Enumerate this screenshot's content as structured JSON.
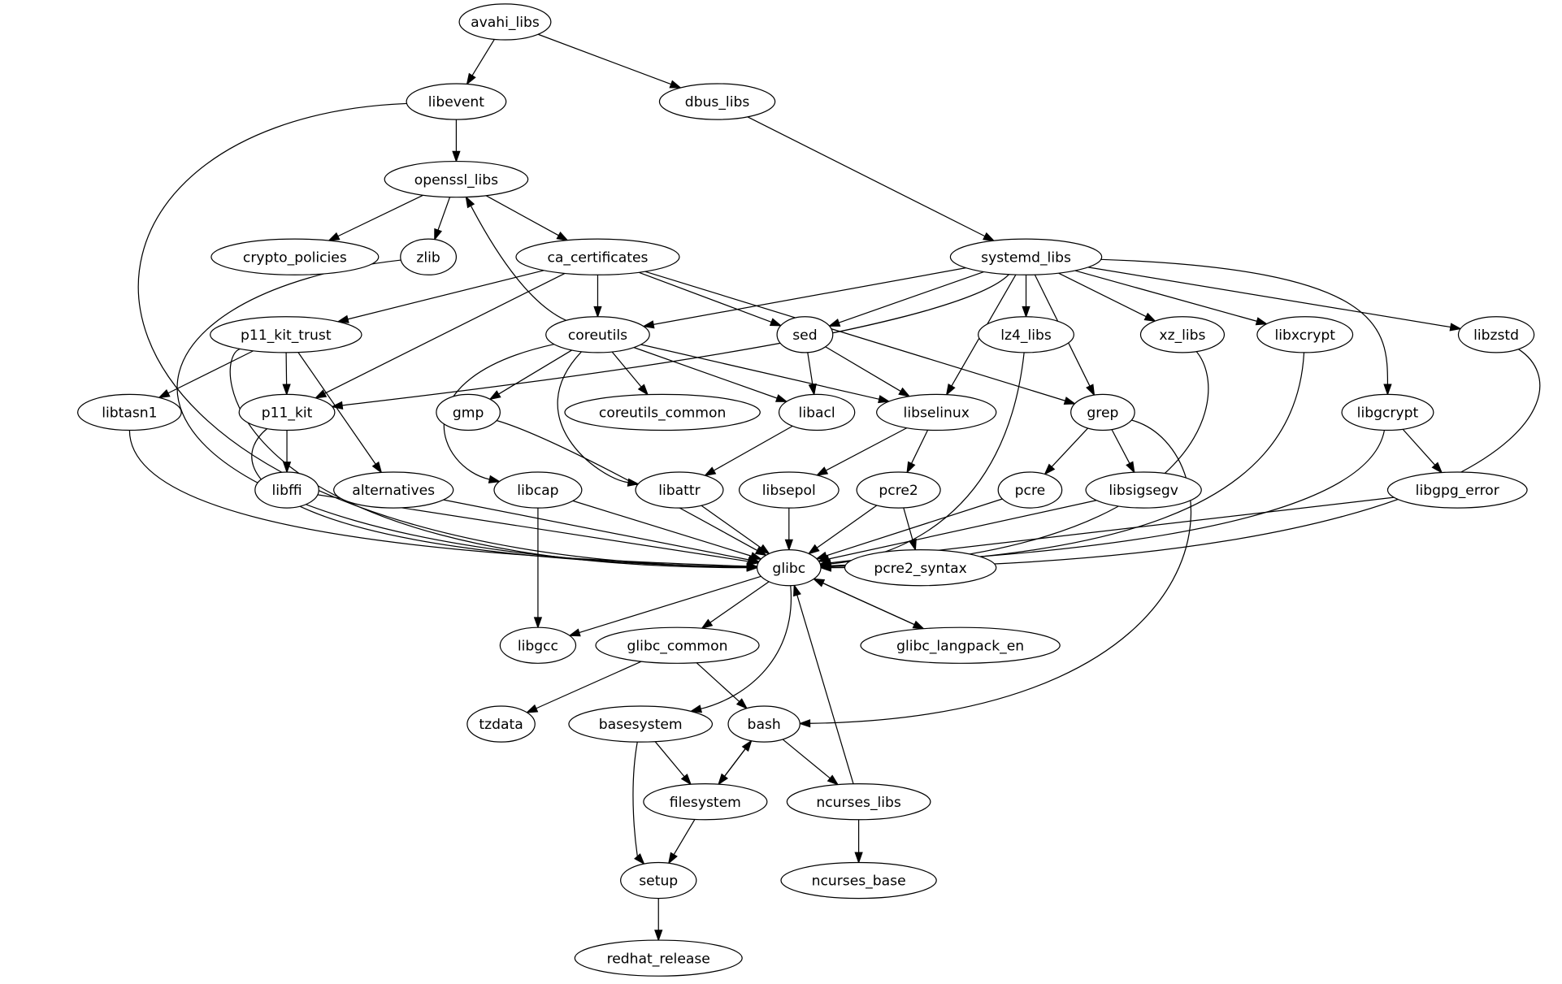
{
  "graph": {
    "nodes": [
      "avahi_libs",
      "libevent",
      "dbus_libs",
      "openssl_libs",
      "crypto_policies",
      "zlib",
      "ca_certificates",
      "systemd_libs",
      "p11_kit_trust",
      "coreutils",
      "sed",
      "lz4_libs",
      "xz_libs",
      "libxcrypt",
      "libzstd",
      "libtasn1",
      "p11_kit",
      "gmp",
      "coreutils_common",
      "libacl",
      "libselinux",
      "grep",
      "libgcrypt",
      "libffi",
      "alternatives",
      "libcap",
      "libattr",
      "libsepol",
      "pcre2",
      "pcre",
      "libsigsegv",
      "libgpg_error",
      "glibc",
      "pcre2_syntax",
      "libgcc",
      "glibc_common",
      "glibc_langpack_en",
      "tzdata",
      "basesystem",
      "bash",
      "filesystem",
      "ncurses_libs",
      "setup",
      "ncurses_base",
      "redhat_release"
    ],
    "edges": [
      [
        "avahi_libs",
        "libevent"
      ],
      [
        "avahi_libs",
        "dbus_libs"
      ],
      [
        "libevent",
        "openssl_libs"
      ],
      [
        "libevent",
        "glibc"
      ],
      [
        "dbus_libs",
        "systemd_libs"
      ],
      [
        "openssl_libs",
        "crypto_policies"
      ],
      [
        "openssl_libs",
        "zlib"
      ],
      [
        "openssl_libs",
        "ca_certificates"
      ],
      [
        "coreutils",
        "openssl_libs"
      ],
      [
        "zlib",
        "glibc"
      ],
      [
        "ca_certificates",
        "p11_kit_trust"
      ],
      [
        "ca_certificates",
        "coreutils"
      ],
      [
        "ca_certificates",
        "sed"
      ],
      [
        "ca_certificates",
        "grep"
      ],
      [
        "ca_certificates",
        "p11_kit"
      ],
      [
        "systemd_libs",
        "coreutils"
      ],
      [
        "systemd_libs",
        "sed"
      ],
      [
        "systemd_libs",
        "p11_kit"
      ],
      [
        "systemd_libs",
        "libselinux"
      ],
      [
        "systemd_libs",
        "lz4_libs"
      ],
      [
        "systemd_libs",
        "grep"
      ],
      [
        "systemd_libs",
        "xz_libs"
      ],
      [
        "systemd_libs",
        "libxcrypt"
      ],
      [
        "systemd_libs",
        "libgcrypt"
      ],
      [
        "systemd_libs",
        "libzstd"
      ],
      [
        "p11_kit_trust",
        "libtasn1"
      ],
      [
        "p11_kit_trust",
        "p11_kit"
      ],
      [
        "p11_kit_trust",
        "alternatives"
      ],
      [
        "p11_kit_trust",
        "glibc"
      ],
      [
        "coreutils",
        "gmp"
      ],
      [
        "coreutils",
        "coreutils_common"
      ],
      [
        "coreutils",
        "libacl"
      ],
      [
        "coreutils",
        "libselinux"
      ],
      [
        "coreutils",
        "libcap"
      ],
      [
        "coreutils",
        "libattr"
      ],
      [
        "sed",
        "libacl"
      ],
      [
        "sed",
        "libselinux"
      ],
      [
        "lz4_libs",
        "glibc"
      ],
      [
        "xz_libs",
        "glibc"
      ],
      [
        "libxcrypt",
        "glibc"
      ],
      [
        "libzstd",
        "glibc"
      ],
      [
        "libtasn1",
        "glibc"
      ],
      [
        "p11_kit",
        "libffi"
      ],
      [
        "p11_kit",
        "glibc"
      ],
      [
        "gmp",
        "glibc"
      ],
      [
        "libacl",
        "libattr"
      ],
      [
        "libselinux",
        "libsepol"
      ],
      [
        "libselinux",
        "pcre2"
      ],
      [
        "grep",
        "pcre"
      ],
      [
        "grep",
        "libsigsegv"
      ],
      [
        "grep",
        "bash"
      ],
      [
        "libgcrypt",
        "libgpg_error"
      ],
      [
        "libgcrypt",
        "glibc"
      ],
      [
        "libffi",
        "glibc"
      ],
      [
        "alternatives",
        "glibc"
      ],
      [
        "libcap",
        "glibc"
      ],
      [
        "libcap",
        "libgcc"
      ],
      [
        "libattr",
        "glibc"
      ],
      [
        "libsepol",
        "glibc"
      ],
      [
        "pcre2",
        "glibc"
      ],
      [
        "pcre2",
        "pcre2_syntax"
      ],
      [
        "pcre",
        "glibc"
      ],
      [
        "libsigsegv",
        "glibc"
      ],
      [
        "libgpg_error",
        "glibc"
      ],
      [
        "glibc",
        "libgcc"
      ],
      [
        "glibc",
        "glibc_common"
      ],
      [
        "glibc",
        "basesystem"
      ],
      [
        "glibc",
        "glibc_langpack_en"
      ],
      [
        "glibc_langpack_en",
        "glibc"
      ],
      [
        "glibc_common",
        "tzdata"
      ],
      [
        "glibc_common",
        "bash"
      ],
      [
        "bash",
        "filesystem"
      ],
      [
        "filesystem",
        "bash"
      ],
      [
        "bash",
        "ncurses_libs"
      ],
      [
        "ncurses_libs",
        "glibc"
      ],
      [
        "basesystem",
        "filesystem"
      ],
      [
        "basesystem",
        "setup"
      ],
      [
        "filesystem",
        "setup"
      ],
      [
        "ncurses_libs",
        "ncurses_base"
      ],
      [
        "setup",
        "redhat_release"
      ]
    ]
  }
}
